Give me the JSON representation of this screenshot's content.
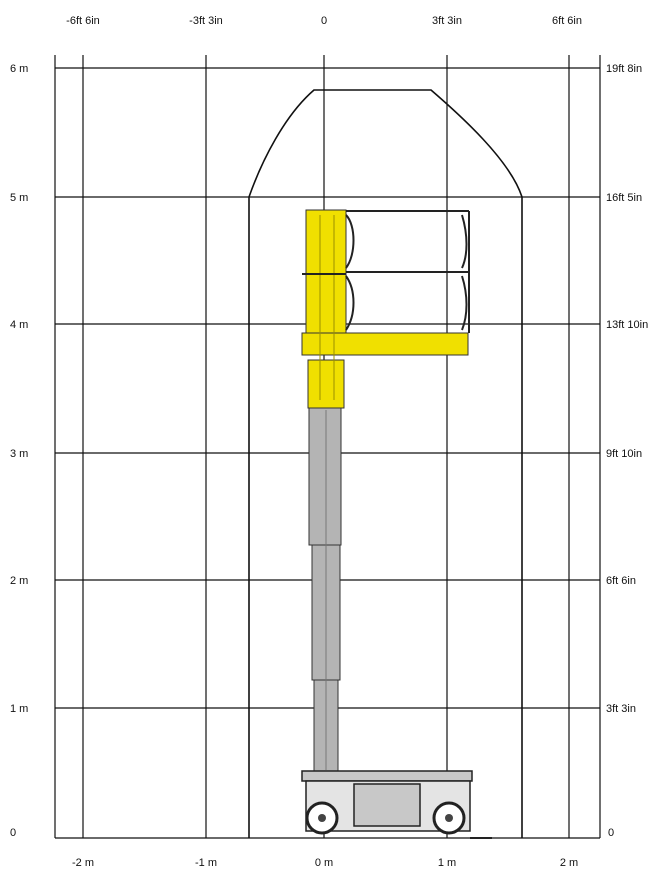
{
  "top_axis": {
    "labels": [
      "-6ft 6in",
      "-3ft 3in",
      "0",
      "3ft 3in",
      "6ft 6in"
    ]
  },
  "bottom_axis": {
    "labels": [
      "-2 m",
      "-1 m",
      "0 m",
      "1 m",
      "2 m"
    ]
  },
  "left_axis": {
    "labels": [
      "0",
      "1 m",
      "2 m",
      "3 m",
      "4 m",
      "5 m",
      "6 m"
    ]
  },
  "right_axis": {
    "labels": [
      "0",
      "3ft 3in",
      "6ft 6in",
      "9ft 10in",
      "13ft 10in",
      "16ft 5in",
      "19ft 8in"
    ]
  },
  "colors": {
    "grid": "#111111",
    "platform_yellow": "#f0e000",
    "mast_grey": "#b4b4b4",
    "base_grey": "#c8c8c8",
    "envelope": "#111111"
  },
  "icons": {
    "machine": "vertical-mast-lift-icon"
  }
}
